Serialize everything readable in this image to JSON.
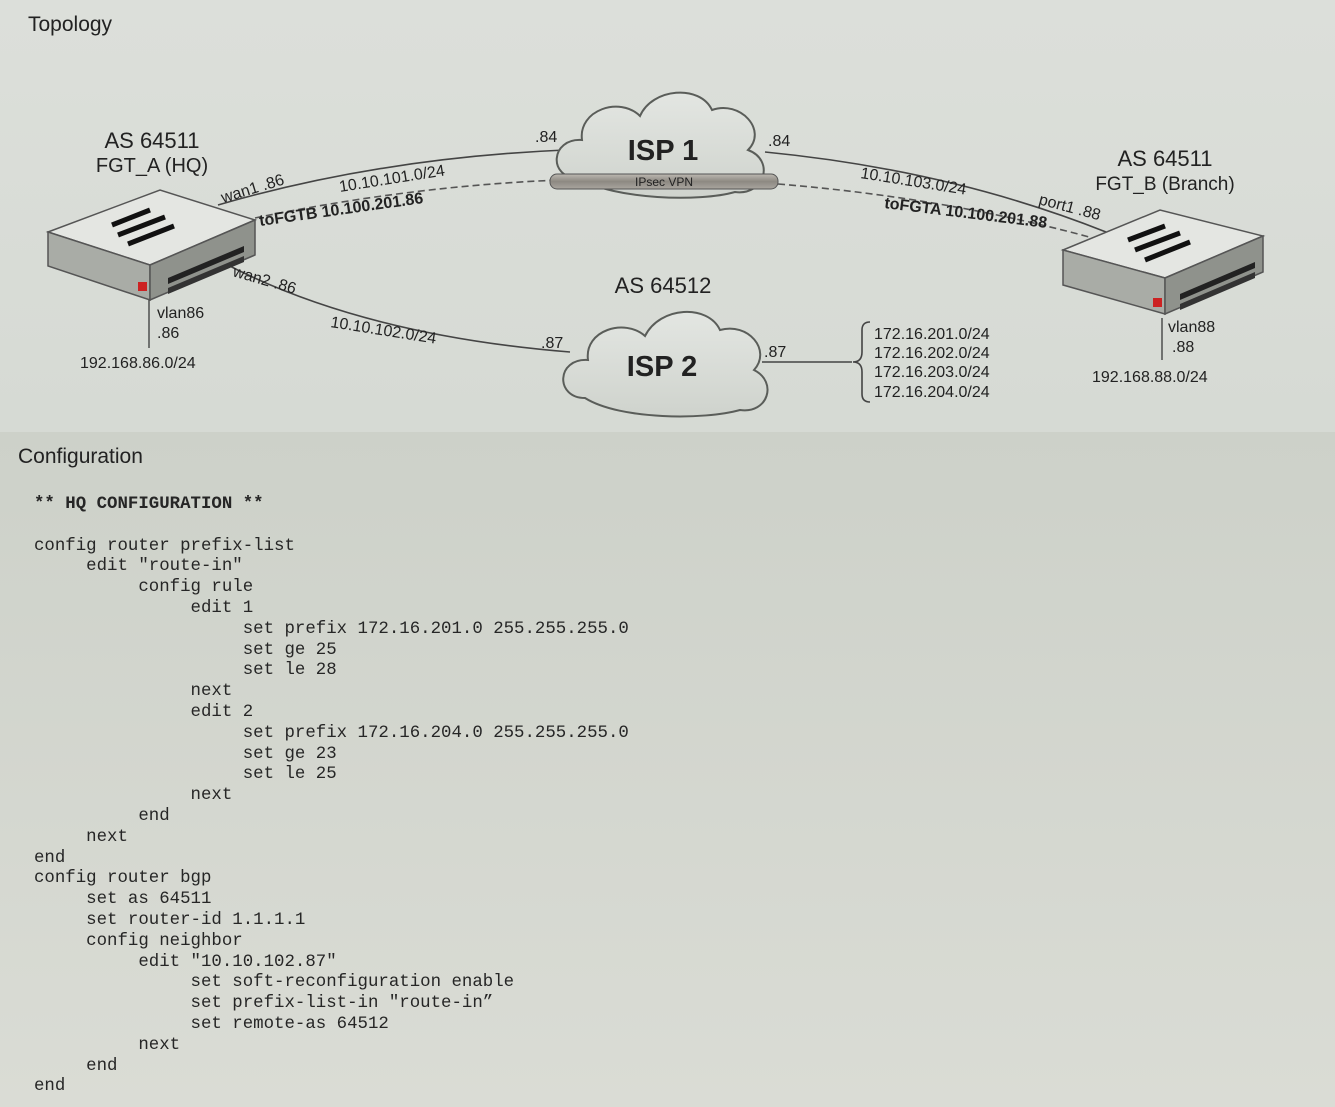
{
  "topology": {
    "title": "Topology",
    "hq": {
      "as": "AS 64511",
      "name": "FGT_A (HQ)",
      "wan1": "wan1 .86",
      "wan2": "wan2 .86",
      "vlan": "vlan86",
      "vlan_ip": ".86",
      "lan": "192.168.86.0/24"
    },
    "branch": {
      "as": "AS 64511",
      "name": "FGT_B (Branch)",
      "port1": "port1 .88",
      "vlan": "vlan88",
      "vlan_ip": ".88",
      "lan": "192.168.88.0/24"
    },
    "isp1": {
      "name": "ISP 1",
      "ip_left": ".84",
      "ip_right": ".84",
      "vpn": "IPsec VPN"
    },
    "isp2": {
      "name": "ISP 2",
      "as": "AS 64512",
      "ip_left": ".87",
      "ip_right": ".87"
    },
    "links": {
      "hq_isp1": "10.10.101.0/24",
      "hq_tunnel": "toFGTB 10.100.201.86",
      "branch_isp1": "10.10.103.0/24",
      "branch_tunnel": "toFGTA 10.100.201.88",
      "hq_isp2": "10.10.102.0/24"
    },
    "isp2_networks": [
      "172.16.201.0/24",
      "172.16.202.0/24",
      "172.16.203.0/24",
      "172.16.204.0/24"
    ]
  },
  "configuration": {
    "title": "Configuration",
    "header": "** HQ CONFIGURATION **",
    "lines": [
      "",
      "config router prefix-list",
      "     edit \"route-in\"",
      "          config rule",
      "               edit 1",
      "                    set prefix 172.16.201.0 255.255.255.0",
      "                    set ge 25",
      "                    set le 28",
      "               next",
      "               edit 2",
      "                    set prefix 172.16.204.0 255.255.255.0",
      "                    set ge 23",
      "                    set le 25",
      "               next",
      "          end",
      "     next",
      "end",
      "config router bgp",
      "     set as 64511",
      "     set router-id 1.1.1.1",
      "     config neighbor",
      "          edit \"10.10.102.87\"",
      "               set soft-reconfiguration enable",
      "               set prefix-list-in \"route-in”",
      "               set remote-as 64512",
      "          next",
      "     end",
      "end"
    ]
  }
}
